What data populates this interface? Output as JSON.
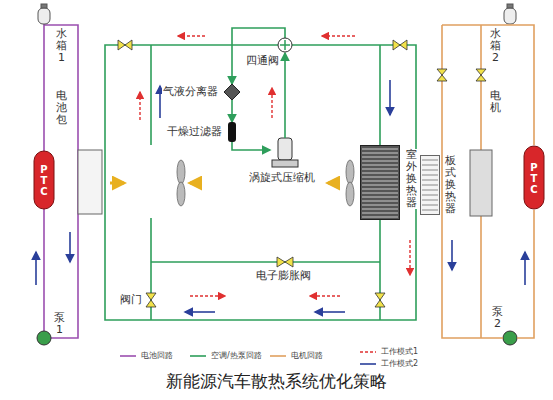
{
  "diagram": {
    "caption": "新能源汽车散热系统优化策略",
    "nodes": [
      {
        "text": [
          "PTC"
        ]
      },
      {
        "text": [
          "PTC"
        ]
      },
      {
        "text": [
          "四通阀"
        ]
      },
      {
        "text": [
          "气液分离器"
        ]
      },
      {
        "text": [
          "干燥过滤器"
        ]
      },
      {
        "text": [
          "涡旋式压缩机"
        ]
      },
      {
        "text": [
          "室外换热器"
        ]
      },
      {
        "text": [
          "板式换热器"
        ]
      }
    ],
    "edges": [
      {
        "from": 2,
        "to": 3,
        "arrow": "to"
      },
      {
        "from": 3,
        "to": 4,
        "arrow": "to"
      },
      {
        "from": 4,
        "to": 5,
        "arrow": "to"
      },
      {
        "from": 5,
        "to": 2,
        "arrow": "to"
      }
    ],
    "labels": [
      "水箱1",
      "电池包",
      "泵1",
      "水箱2",
      "电机",
      "泵2",
      "阀门",
      "电子膨胀阀"
    ],
    "legend": [
      {
        "text": "电池回路"
      },
      {
        "text": "空调/热泵回路"
      },
      {
        "text": "电机回路"
      },
      {
        "text": "工作模式1"
      },
      {
        "text": "工作模式2"
      }
    ]
  }
}
